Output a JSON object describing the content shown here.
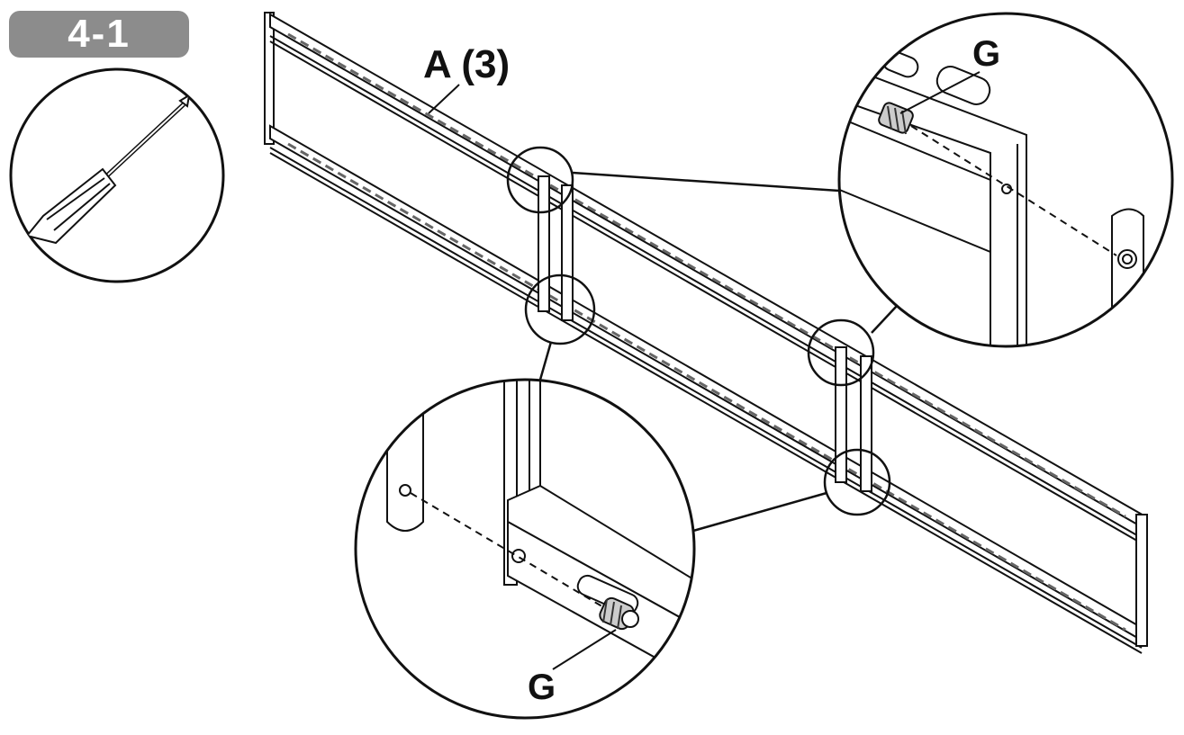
{
  "step": {
    "label": "4-1"
  },
  "tool": {
    "icon": "screwdriver-icon"
  },
  "labels": {
    "part_a": "A (3)",
    "fastener_top": "G",
    "fastener_bottom": "G"
  },
  "colors": {
    "badge": "#8c8c8c",
    "line": "#111111"
  }
}
